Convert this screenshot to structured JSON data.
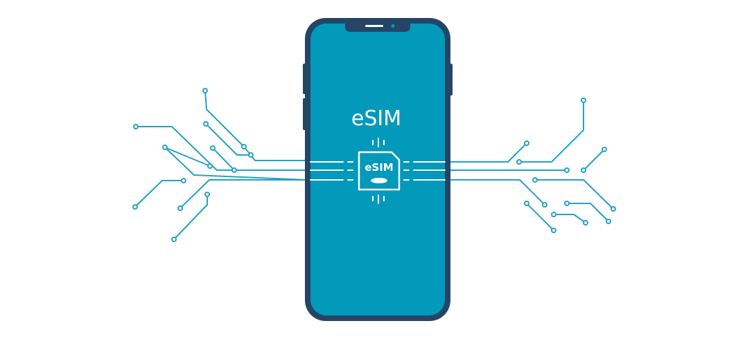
{
  "screen": {
    "title": "eSIM",
    "chip_label": "eSIM"
  },
  "colors": {
    "background": "#ffffff",
    "phone_frame": "#244566",
    "phone_screen": "#0399bb",
    "circuit_line": "#24a2c3",
    "screen_line": "#ffffff",
    "title_text": "#ffffff"
  },
  "icons": {
    "phone": "smartphone-icon",
    "chip": "esim-chip-icon",
    "circuits": "circuit-traces"
  }
}
